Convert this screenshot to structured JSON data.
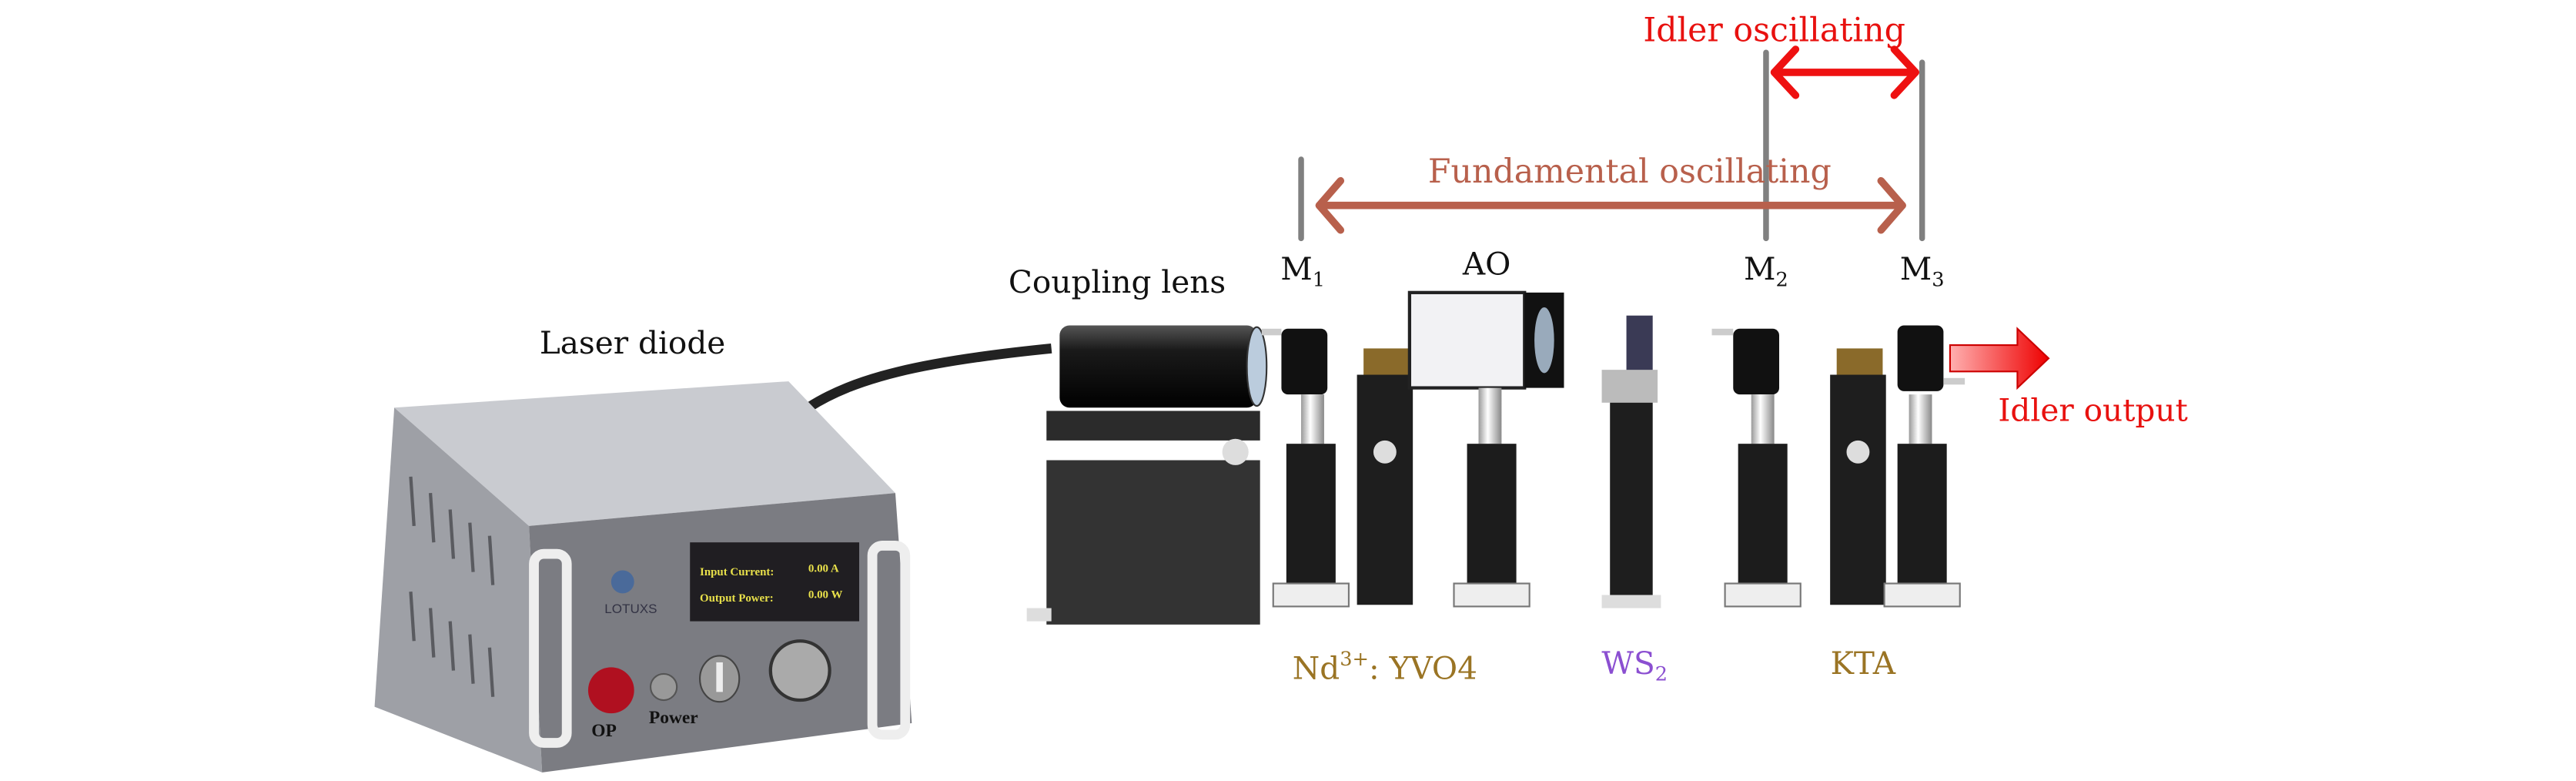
{
  "labels": {
    "laser_diode": "Laser diode",
    "coupling_lens": "Coupling lens",
    "ao": "AO",
    "m1": {
      "base": "M",
      "sub": "1"
    },
    "m2": {
      "base": "M",
      "sub": "2"
    },
    "m3": {
      "base": "M",
      "sub": "3"
    },
    "fundamental": "Fundamental oscillating",
    "idler": "Idler oscillating",
    "idler_output": "Idler output",
    "ndyvo4": {
      "base": "Nd",
      "sup": "3+",
      "rest": ": YVO4"
    },
    "ws2": {
      "base": "WS",
      "sub": "2"
    },
    "kta": "KTA"
  },
  "device_panel": {
    "input_current_label": "Input Current:",
    "input_current_value": "0.00 A",
    "output_power_label": "Output Power:",
    "output_power_value": "0.00 W",
    "brand": "LOTUXS",
    "power_label": "Power",
    "op_label": "OP"
  },
  "colors": {
    "fundamental": "#b8604c",
    "idler": "#e8110f",
    "crystal_label": "#9a7424",
    "ws2_label": "#8b4fd1",
    "mirror_line": "#808080"
  }
}
